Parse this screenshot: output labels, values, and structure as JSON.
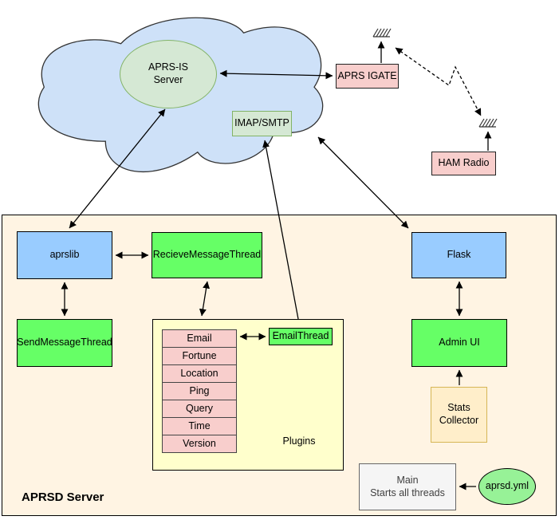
{
  "cloud": {
    "aprs_is_server": "APRS-IS\nServer",
    "imap_smtp": "IMAP/SMTP"
  },
  "external": {
    "aprs_igate": "APRS IGATE",
    "ham_radio": "HAM Radio"
  },
  "server": {
    "title": "APRSD Server",
    "aprslib": "aprslib",
    "recieve_message_thread": "RecieveMessageThread",
    "send_message_thread": "SendMessageThread",
    "flask": "Flask",
    "admin_ui": "Admin UI",
    "stats_collector": "Stats\nCollector",
    "email_thread": "EmailThread",
    "plugins_title": "Plugins",
    "plugin_rows": [
      "Email",
      "Fortune",
      "Location",
      "Ping",
      "Query",
      "Time",
      "Version"
    ],
    "main": "Main\nStarts all threads",
    "config_file": "aprsd.yml"
  },
  "colors": {
    "cloud_fill": "#cee1f8",
    "cloud_stroke": "#333333",
    "soft_green_fill": "#d5e8d4",
    "soft_green_stroke": "#82b366",
    "pink_fill": "#f8cecc",
    "blue_fill": "#99ccff",
    "bright_green_fill": "#66ff66",
    "server_container_fill": "#fff4e3",
    "plugins_fill": "#ffffcc",
    "stats_fill": "#ffeeca",
    "stats_stroke": "#d6b656",
    "main_fill": "#f5f5f5",
    "main_stroke": "#666666",
    "config_fill": "#97f297",
    "arrow_color": "#000000"
  }
}
